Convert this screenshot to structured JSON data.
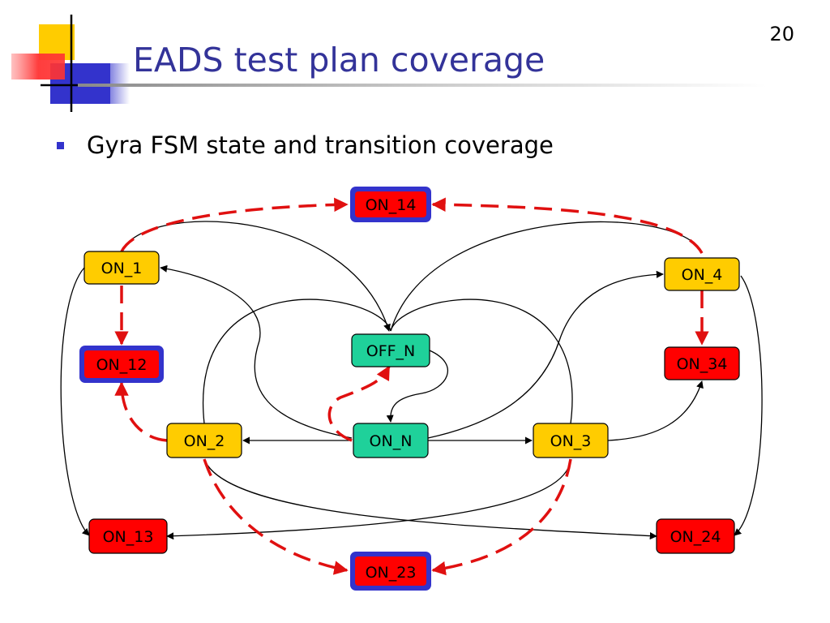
{
  "slide": {
    "number": "20",
    "title": "EADS test plan coverage",
    "bullets": [
      "Gyra FSM state and transition coverage"
    ]
  },
  "colors": {
    "title": "#333399",
    "bullet": "#3333cc",
    "state_covered_yellow": "#ffcc00",
    "state_covered_green": "#1fd19a",
    "state_uncovered_red": "#ff0000",
    "highlight_border_blue": "#3333cc",
    "dashed_transition": "#e01010",
    "solid_transition": "#000000"
  },
  "fsm": {
    "states": [
      {
        "id": "ON_14",
        "label": "ON_14",
        "status": "red",
        "highlighted": true
      },
      {
        "id": "ON_1",
        "label": "ON_1",
        "status": "yellow",
        "highlighted": false
      },
      {
        "id": "ON_4",
        "label": "ON_4",
        "status": "yellow",
        "highlighted": false
      },
      {
        "id": "ON_12",
        "label": "ON_12",
        "status": "red",
        "highlighted": true
      },
      {
        "id": "OFF_N",
        "label": "OFF_N",
        "status": "green",
        "highlighted": false
      },
      {
        "id": "ON_34",
        "label": "ON_34",
        "status": "red",
        "highlighted": false
      },
      {
        "id": "ON_2",
        "label": "ON_2",
        "status": "yellow",
        "highlighted": false
      },
      {
        "id": "ON_N",
        "label": "ON_N",
        "status": "green",
        "highlighted": false
      },
      {
        "id": "ON_3",
        "label": "ON_3",
        "status": "yellow",
        "highlighted": false
      },
      {
        "id": "ON_13",
        "label": "ON_13",
        "status": "red",
        "highlighted": false
      },
      {
        "id": "ON_24",
        "label": "ON_24",
        "status": "red",
        "highlighted": false
      },
      {
        "id": "ON_23",
        "label": "ON_23",
        "status": "red",
        "highlighted": true
      }
    ],
    "transitions": [
      {
        "from": "ON_1",
        "to": "ON_14",
        "style": "dashed"
      },
      {
        "from": "ON_4",
        "to": "ON_14",
        "style": "dashed"
      },
      {
        "from": "ON_1",
        "to": "ON_12",
        "style": "dashed"
      },
      {
        "from": "ON_4",
        "to": "ON_34",
        "style": "dashed"
      },
      {
        "from": "ON_2",
        "to": "ON_12",
        "style": "dashed"
      },
      {
        "from": "ON_N",
        "to": "OFF_N",
        "style": "dashed"
      },
      {
        "from": "ON_2",
        "to": "ON_23",
        "style": "dashed"
      },
      {
        "from": "ON_3",
        "to": "ON_23",
        "style": "dashed"
      },
      {
        "from": "ON_1",
        "to": "OFF_N",
        "style": "solid"
      },
      {
        "from": "ON_4",
        "to": "OFF_N",
        "style": "solid"
      },
      {
        "from": "ON_2",
        "to": "OFF_N",
        "style": "solid"
      },
      {
        "from": "ON_3",
        "to": "OFF_N",
        "style": "solid"
      },
      {
        "from": "ON_N",
        "to": "ON_1",
        "style": "solid"
      },
      {
        "from": "ON_N",
        "to": "ON_4",
        "style": "solid"
      },
      {
        "from": "OFF_N",
        "to": "ON_N",
        "style": "solid"
      },
      {
        "from": "ON_N",
        "to": "ON_2",
        "style": "solid"
      },
      {
        "from": "ON_N",
        "to": "ON_3",
        "style": "solid"
      },
      {
        "from": "ON_3",
        "to": "ON_34",
        "style": "solid"
      },
      {
        "from": "ON_1",
        "to": "ON_13",
        "style": "solid"
      },
      {
        "from": "ON_4",
        "to": "ON_24",
        "style": "solid"
      },
      {
        "from": "ON_3",
        "to": "ON_13",
        "style": "solid"
      },
      {
        "from": "ON_2",
        "to": "ON_24",
        "style": "solid"
      }
    ]
  }
}
